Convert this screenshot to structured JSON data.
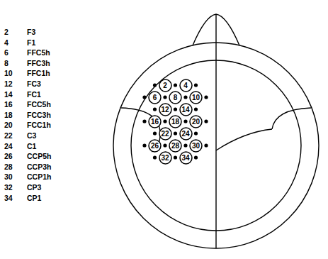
{
  "diagram": {
    "nodes": [
      {
        "text": [
          "2"
        ]
      },
      {
        "text": [
          "4"
        ]
      },
      {
        "text": [
          "6"
        ]
      },
      {
        "text": [
          "8"
        ]
      },
      {
        "text": [
          "10"
        ]
      },
      {
        "text": [
          "12"
        ]
      },
      {
        "text": [
          "14"
        ]
      },
      {
        "text": [
          "16"
        ]
      },
      {
        "text": [
          "18"
        ]
      },
      {
        "text": [
          "20"
        ]
      },
      {
        "text": [
          "22"
        ]
      },
      {
        "text": [
          "24"
        ]
      },
      {
        "text": [
          "26"
        ]
      },
      {
        "text": [
          "28"
        ]
      },
      {
        "text": [
          "30"
        ]
      },
      {
        "text": [
          "32"
        ]
      },
      {
        "text": [
          "34"
        ]
      }
    ],
    "labels": [
      "2",
      "F3",
      "4",
      "F1",
      "6",
      "FFC5h",
      "8",
      "FFC3h",
      "10",
      "FFC1h",
      "12",
      "FC3",
      "14",
      "FC1",
      "16",
      "FCC5h",
      "18",
      "FCC3h",
      "20",
      "FCC1h",
      "22",
      "C3",
      "24",
      "C1",
      "26",
      "CCP5h",
      "28",
      "CCP3h",
      "30",
      "CCP1h",
      "32",
      "CP3",
      "34",
      "CP1"
    ]
  }
}
